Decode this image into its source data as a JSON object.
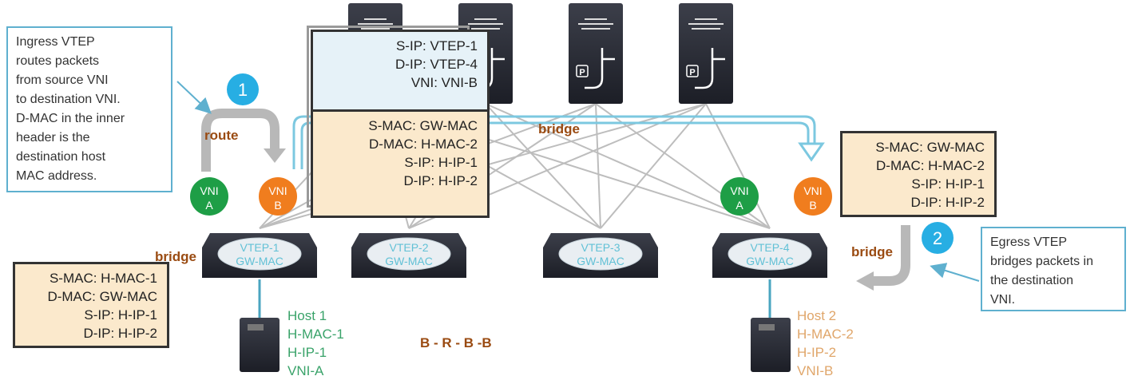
{
  "ingress_callout": {
    "lines": [
      "Ingress VTEP",
      "routes packets",
      "from source VNI",
      "to destination VNI.",
      "D-MAC in the inner",
      "header is the",
      "destination host",
      "MAC address."
    ]
  },
  "egress_callout": {
    "lines": [
      "Egress VTEP",
      "bridges packets in",
      "the destination",
      "VNI."
    ]
  },
  "steps": {
    "one": "1",
    "two": "2"
  },
  "labels": {
    "route": "route",
    "bridge_top": "bridge",
    "bridge_left": "bridge",
    "bridge_right": "bridge",
    "sequence": "B - R - B -B"
  },
  "outer_header": {
    "lines": [
      "S-IP: VTEP-1",
      "D-IP: VTEP-4",
      "VNI: VNI-B"
    ]
  },
  "inner_header_top": {
    "lines": [
      "S-MAC: GW-MAC",
      "D-MAC: H-MAC-2",
      "S-IP: H-IP-1",
      "D-IP: H-IP-2"
    ]
  },
  "inner_header_right": {
    "lines": [
      "S-MAC: GW-MAC",
      "D-MAC: H-MAC-2",
      "S-IP: H-IP-1",
      "D-IP: H-IP-2"
    ]
  },
  "host1_header": {
    "lines": [
      "S-MAC: H-MAC-1",
      "D-MAC: GW-MAC",
      "S-IP: H-IP-1",
      "D-IP: H-IP-2"
    ]
  },
  "vni_badges": [
    {
      "line1": "VNI",
      "line2": "A",
      "color": "#1e9e46"
    },
    {
      "line1": "VNI",
      "line2": "B",
      "color": "#f07d1e"
    },
    {
      "line1": "VNI",
      "line2": "A",
      "color": "#1e9e46"
    },
    {
      "line1": "VNI",
      "line2": "B",
      "color": "#f07d1e"
    }
  ],
  "vteps": [
    {
      "name": "VTEP-1",
      "gw": "GW-MAC"
    },
    {
      "name": "VTEP-2",
      "gw": "GW-MAC"
    },
    {
      "name": "VTEP-3",
      "gw": "GW-MAC"
    },
    {
      "name": "VTEP-4",
      "gw": "GW-MAC"
    }
  ],
  "spines": [
    {
      "label": "P"
    },
    {
      "label": "P"
    },
    {
      "label": "P"
    },
    {
      "label": "P"
    }
  ],
  "host1": {
    "lines": [
      "Host 1",
      "H-MAC-1",
      "H-IP-1",
      "VNI-A"
    ],
    "color": "#3aa36a"
  },
  "host2": {
    "lines": [
      "Host 2",
      "H-MAC-2",
      "H-IP-2",
      "VNI-B"
    ],
    "color": "#e0a66a"
  },
  "colors": {
    "callout_border": "#5fb0cf",
    "step_circle": "#27aee3",
    "vtep_text": "#62c1d6",
    "label_brown": "#9a4b12",
    "fabric_link": "#bdbdbd"
  }
}
